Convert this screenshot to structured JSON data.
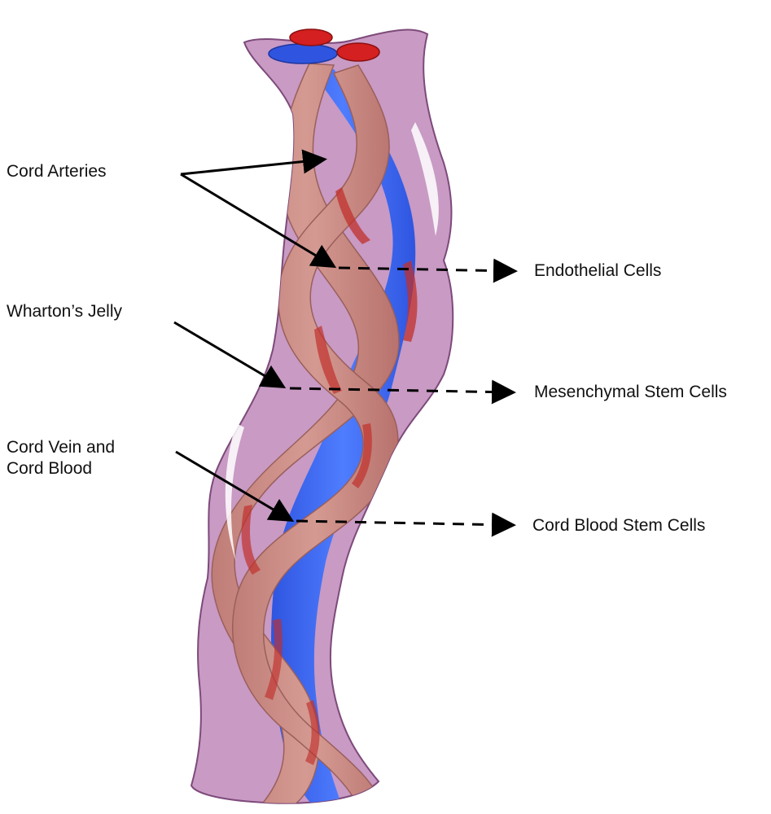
{
  "labels": {
    "cord_arteries": "Cord Arteries",
    "whartons_jelly": "Wharton’s Jelly",
    "cord_vein_line1": "Cord Vein and",
    "cord_vein_line2": "Cord Blood",
    "endothelial_cells": "Endothelial Cells",
    "mesenchymal_stem_cells": "Mesenchymal Stem Cells",
    "cord_blood_stem_cells": "Cord Blood Stem Cells"
  },
  "colors": {
    "cord_tissue": "#c89ac4",
    "cord_outline": "#7d4a7a",
    "artery": "#c98c86",
    "artery_dark": "#c0302c",
    "vein": "#3f6df2",
    "arrow": "#000000",
    "background": "#ffffff"
  }
}
